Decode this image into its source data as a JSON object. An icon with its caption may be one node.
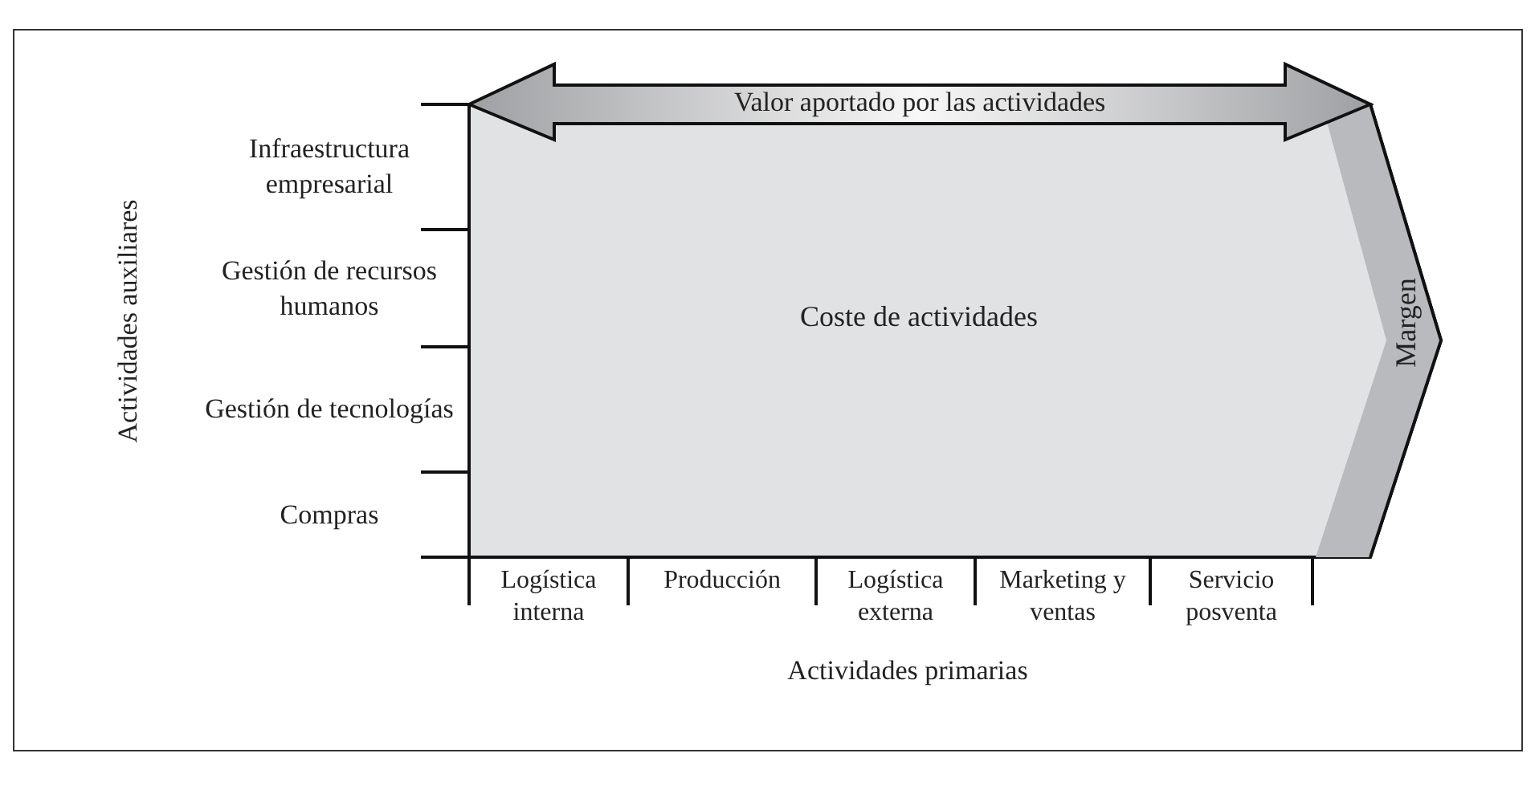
{
  "diagram": {
    "nodes": [
      {
        "text": [
          "Coste de actividades"
        ]
      },
      {
        "text": [
          "Margen"
        ],
        "in": 0
      },
      {
        "text": [
          "Valor aportado por las actividades"
        ]
      }
    ],
    "labels": [
      "Infraestructura empresarial",
      "Gestión de recursos humanos",
      "Gestión de tecnologías",
      "Compras",
      "Actividades auxiliares",
      "Logística interna",
      "Producción",
      "Logística externa",
      "Marketing y ventas",
      "Servicio posventa",
      "Actividades primarias"
    ]
  }
}
